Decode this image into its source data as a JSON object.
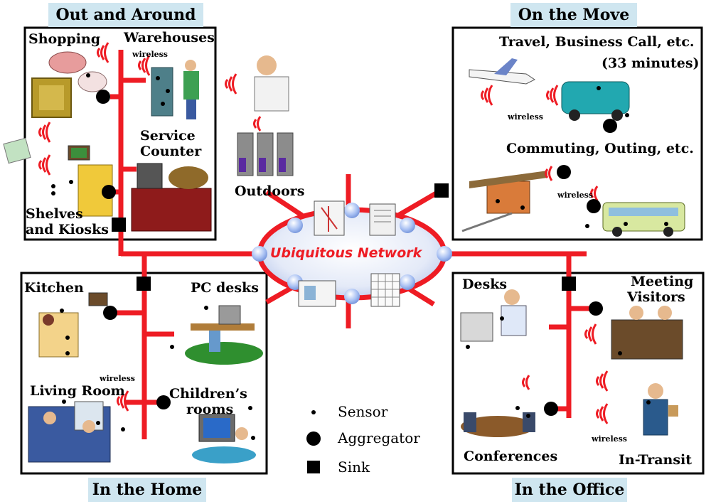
{
  "regions": {
    "out_and_around": "Out and Around",
    "on_the_move": "On the Move",
    "in_the_home": "In the Home",
    "in_the_office": "In the Office"
  },
  "labels": {
    "shopping": "Shopping",
    "warehouses": "Warehouses",
    "service_counter_1": "Service",
    "service_counter_2": "Counter",
    "shelves_1": "Shelves",
    "shelves_2": "and Kiosks",
    "outdoors": "Outdoors",
    "travel": "Travel, Business Call, etc.",
    "minutes": "(33 minutes)",
    "commuting": "Commuting, Outing, etc.",
    "kitchen": "Kitchen",
    "pc_desks": "PC desks",
    "living_room": "Living Room",
    "childrens_1": "Children’s",
    "childrens_2": "rooms",
    "desks": "Desks",
    "meeting_1": "Meeting",
    "meeting_2": "Visitors",
    "conferences": "Conferences",
    "in_transit": "In-Transit",
    "wireless": "wireless",
    "network": "Ubiquitous Network"
  },
  "legend": {
    "sensor": "Sensor",
    "aggregator": "Aggregator",
    "sink": "Sink"
  },
  "colors": {
    "network_line": "#ee1c24",
    "tab_bg": "#cfe6f0",
    "ellipse_fill": "#dbe3f7",
    "node_blue": "#a9c1f3"
  }
}
